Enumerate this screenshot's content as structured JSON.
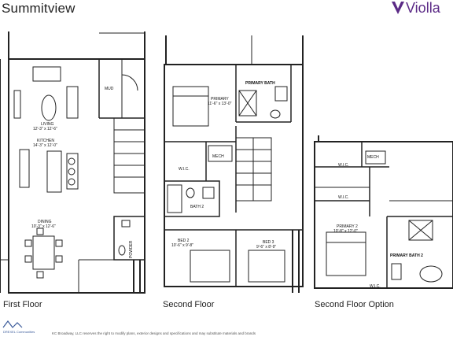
{
  "header": {
    "title": "Summitview",
    "brand": "Violla"
  },
  "floors": [
    {
      "label": "First Floor",
      "rooms": {
        "mud": "MUD",
        "living": "LIVING",
        "living_dim": "12'-3\" x 12'-6\"",
        "kitchen": "KITCHEN",
        "kitchen_dim": "14'-3\" x 12'-0\"",
        "dining": "DINING",
        "dining_dim": "10'-3\" x 12'-6\"",
        "powder": "POWDER"
      }
    },
    {
      "label": "Second Floor",
      "rooms": {
        "primary_bath": "PRIMARY BATH",
        "primary": "PRIMARY",
        "primary_dim": "11'-6\" x 13'-0\"",
        "wic": "W.I.C.",
        "mech": "MECH",
        "bath2": "BATH 2",
        "bed2": "BED 2",
        "bed2_dim": "10'-6\" x 9'-8\"",
        "bed3": "BED 3",
        "bed3_dim": "9'-6\" x 8'-9\""
      }
    },
    {
      "label": "Second Floor Option",
      "rooms": {
        "wic_top": "W.I.C.",
        "mech": "MECH",
        "wic": "W.I.C.",
        "primary2": "PRIMARY 2",
        "primary2_dim": "10'-8\" x 12'-0\"",
        "wic_small": "W.I.C.",
        "primary_bath2": "PRIMARY BATH 2"
      }
    }
  ],
  "footer": {
    "logo": "DREXEL Communities",
    "disclaimer": "KC Broadway, LLC reserves the right to modify plans, exterior designs and specifications and may substitute materials and brands"
  },
  "colors": {
    "brand": "#5b2a86",
    "walls": "#222222"
  }
}
